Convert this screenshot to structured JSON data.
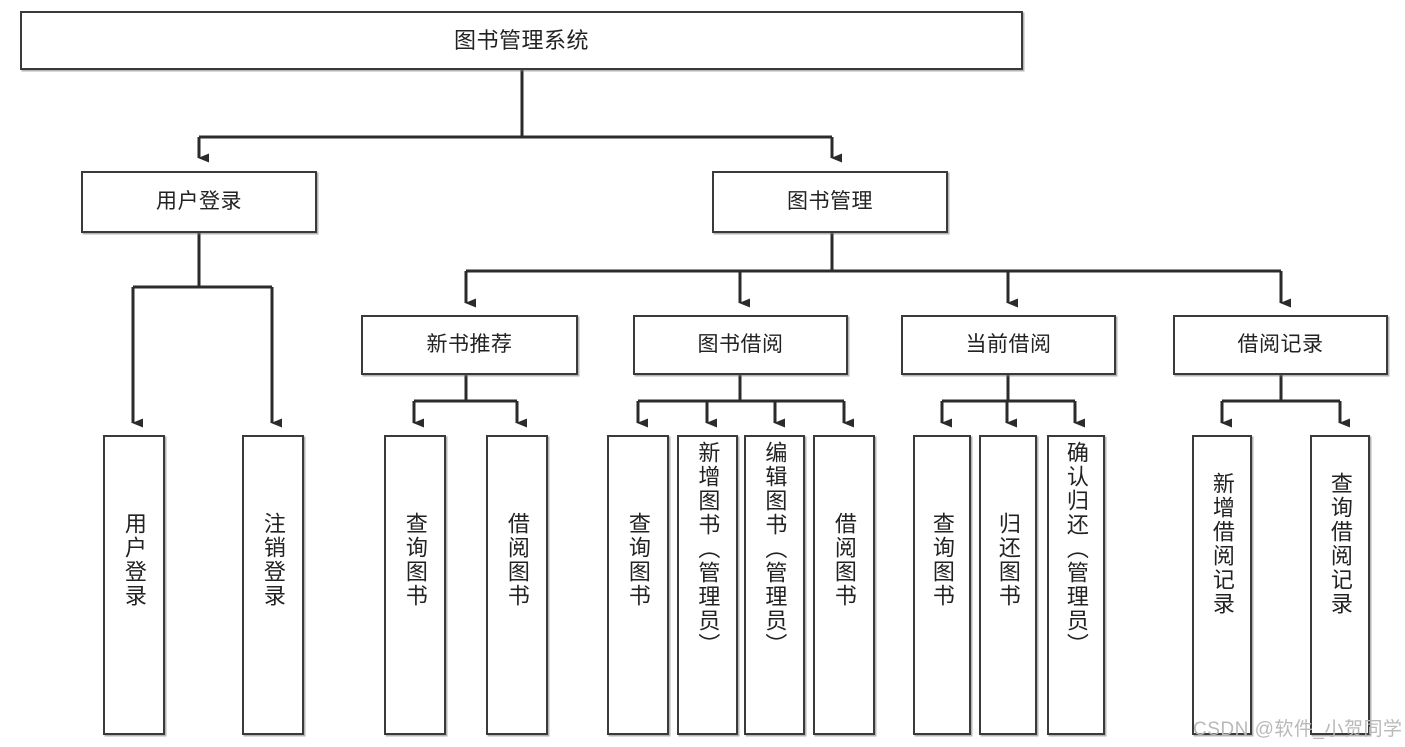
{
  "diagram": {
    "title": "图书管理系统",
    "type": "tree-hierarchy",
    "watermark": "CSDN @软件_小贺同学",
    "colors": {
      "node_border": "#3a3a3a",
      "node_fill": "#ffffff",
      "edge": "#2b2b2b",
      "text": "#222222",
      "watermark": "#b9b9b9",
      "background": "#ffffff"
    },
    "levels": {
      "root": {
        "label": "图书管理系统"
      },
      "level2": [
        {
          "label": "用户登录"
        },
        {
          "label": "图书管理"
        }
      ],
      "level3": [
        {
          "label": "新书推荐"
        },
        {
          "label": "图书借阅"
        },
        {
          "label": "当前借阅"
        },
        {
          "label": "借阅记录"
        }
      ],
      "leaves": {
        "user_login": [
          {
            "label": "用户登录"
          },
          {
            "label": "注销登录"
          }
        ],
        "new_book_recommend": [
          {
            "label": "查询图书"
          },
          {
            "label": "借阅图书"
          }
        ],
        "book_borrow": [
          {
            "label": "查询图书"
          },
          {
            "label": "新增图书（管理员）"
          },
          {
            "label": "编辑图书（管理员）"
          },
          {
            "label": "借阅图书"
          }
        ],
        "current_borrow": [
          {
            "label": "查询图书"
          },
          {
            "label": "归还图书"
          },
          {
            "label": "确认归还（管理员）"
          }
        ],
        "borrow_record": [
          {
            "label": "新增借阅记录"
          },
          {
            "label": "查询借阅记录"
          }
        ]
      }
    }
  }
}
